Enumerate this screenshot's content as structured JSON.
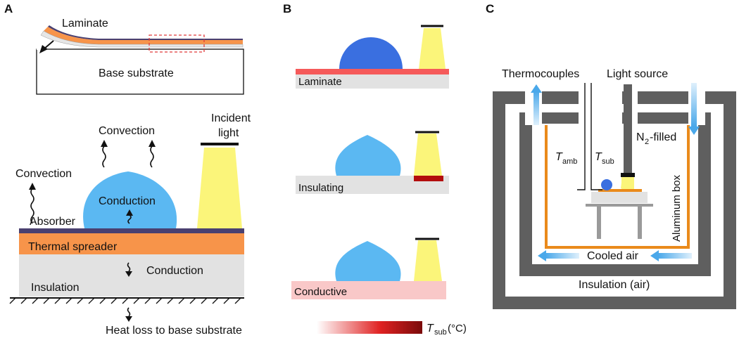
{
  "panels": {
    "a": {
      "label": "A",
      "laminate": "Laminate",
      "base_substrate": "Base substrate",
      "convection_top": "Convection",
      "convection_left": "Convection",
      "incident_light_1": "Incident",
      "incident_light_2": "light",
      "conduction_drop": "Conduction",
      "absorber": "Absorber",
      "thermal_spreader": "Thermal spreader",
      "conduction_layer": "Conduction",
      "insulation": "Insulation",
      "heat_loss": "Heat loss to base substrate"
    },
    "b": {
      "label": "B",
      "laminate": "Laminate",
      "insulating": "Insulating",
      "conductive": "Conductive",
      "colorbar_t": "T",
      "colorbar_sub": "sub",
      "colorbar_unit": " (°C)"
    },
    "c": {
      "label": "C",
      "thermocouples": "Thermocouples",
      "light_source": "Light source",
      "n2_prefix": "N",
      "n2_sub": "2",
      "n2_suffix": "-filled",
      "t_amb_t": "T",
      "t_amb_sub": "amb",
      "t_sub_t": "T",
      "t_sub_sub": "sub",
      "aluminum_box": "Aluminum box",
      "cooled_air": "Cooled air",
      "insulation_air": "Insulation (air)"
    }
  },
  "colors": {
    "droplet": "#5bb8f2",
    "droplet_dark": "#3a6fe0",
    "spreader": "#f7944a",
    "absorber": "#4a4070",
    "insulation": "#e2e2e2",
    "light": "#fbf57a",
    "laminate_red": "#f55a5a",
    "conductive_pink": "#f9c8c8",
    "hotspot": "#b30d0d",
    "aluminum": "#ea8a1b",
    "chamber": "#5f5f5f",
    "airflow": "#5ab0ea"
  }
}
